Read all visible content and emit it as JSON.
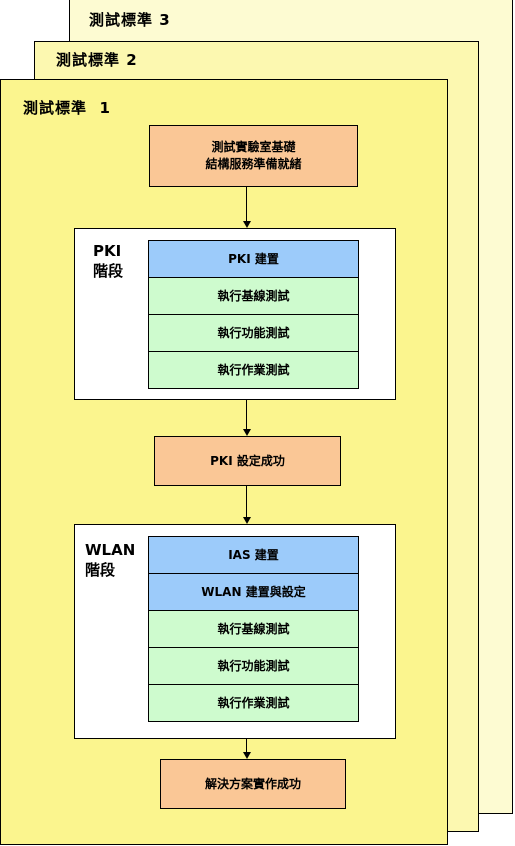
{
  "sheets": {
    "standard_3": "測試標準 3",
    "standard_2": "測試標準 2",
    "standard_1": "測試標準  1"
  },
  "flow": {
    "start_box": "測試實驗室基礎\n結構服務準備就緒",
    "pki_phase": {
      "label": "PKI\n階段",
      "steps": [
        "PKI 建置",
        "執行基線測試",
        "執行功能測試",
        "執行作業測試"
      ]
    },
    "pki_success": "PKI 設定成功",
    "wlan_phase": {
      "label": "WLAN\n階段",
      "steps": [
        "IAS 建置",
        "WLAN 建置與設定",
        "執行基線測試",
        "執行功能測試",
        "執行作業測試"
      ]
    },
    "end_box": "解決方案實作成功"
  },
  "colors": {
    "sheet_back": "#fdfbd2",
    "sheet_middle": "#fcf8b0",
    "sheet_front": "#fbf58e",
    "orange_box": "#fac796",
    "blue_box": "#9ccbfa",
    "green_box": "#cefbce"
  }
}
